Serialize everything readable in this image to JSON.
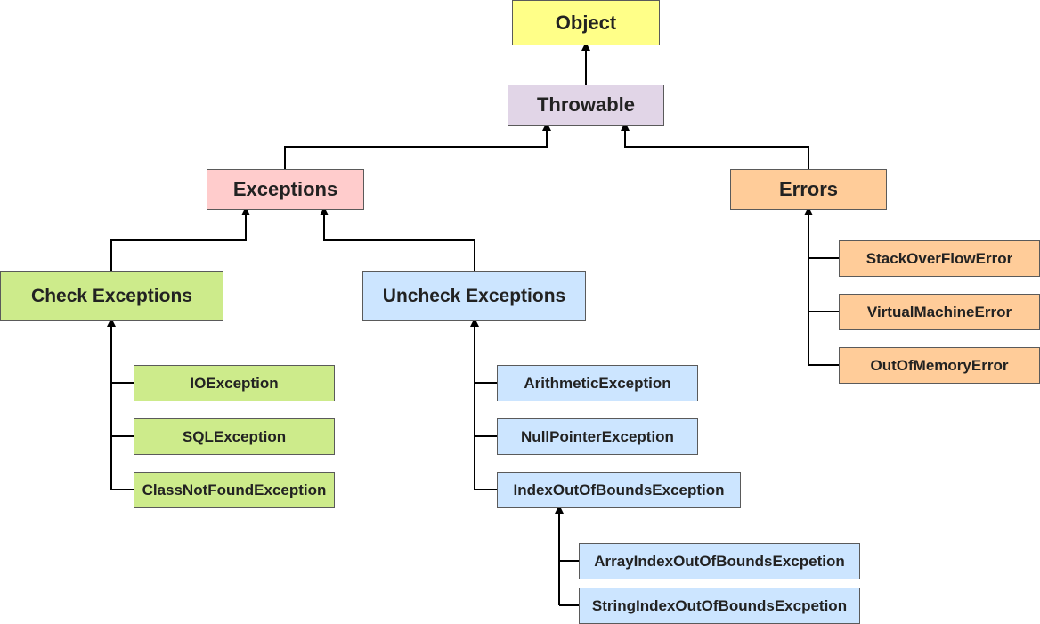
{
  "colors": {
    "object": "#ffff88",
    "throwable": "#e1d5e7",
    "exceptions": "#ffcccc",
    "errors": "#ffcc99",
    "checked": "#cdeb8b",
    "unchecked": "#cce5ff",
    "line": "#000000"
  },
  "nodes": {
    "object": "Object",
    "throwable": "Throwable",
    "exceptions": "Exceptions",
    "errors": "Errors",
    "check_exceptions": "Check Exceptions",
    "uncheck_exceptions": "Uncheck Exceptions",
    "io_exception": "IOException",
    "sql_exception": "SQLException",
    "class_not_found_exception": "ClassNotFoundException",
    "arithmetic_exception": "ArithmeticException",
    "null_pointer_exception": "NullPointerException",
    "index_out_of_bounds_exception": "IndexOutOfBoundsException",
    "array_index_out_of_bounds": "ArrayIndexOutOfBoundsExcpetion",
    "string_index_out_of_bounds": "StringIndexOutOfBoundsExcpetion",
    "stack_overflow_error": "StackOverFlowError",
    "virtual_machine_error": "VirtualMachineError",
    "out_of_memory_error": "OutOfMemoryError"
  }
}
